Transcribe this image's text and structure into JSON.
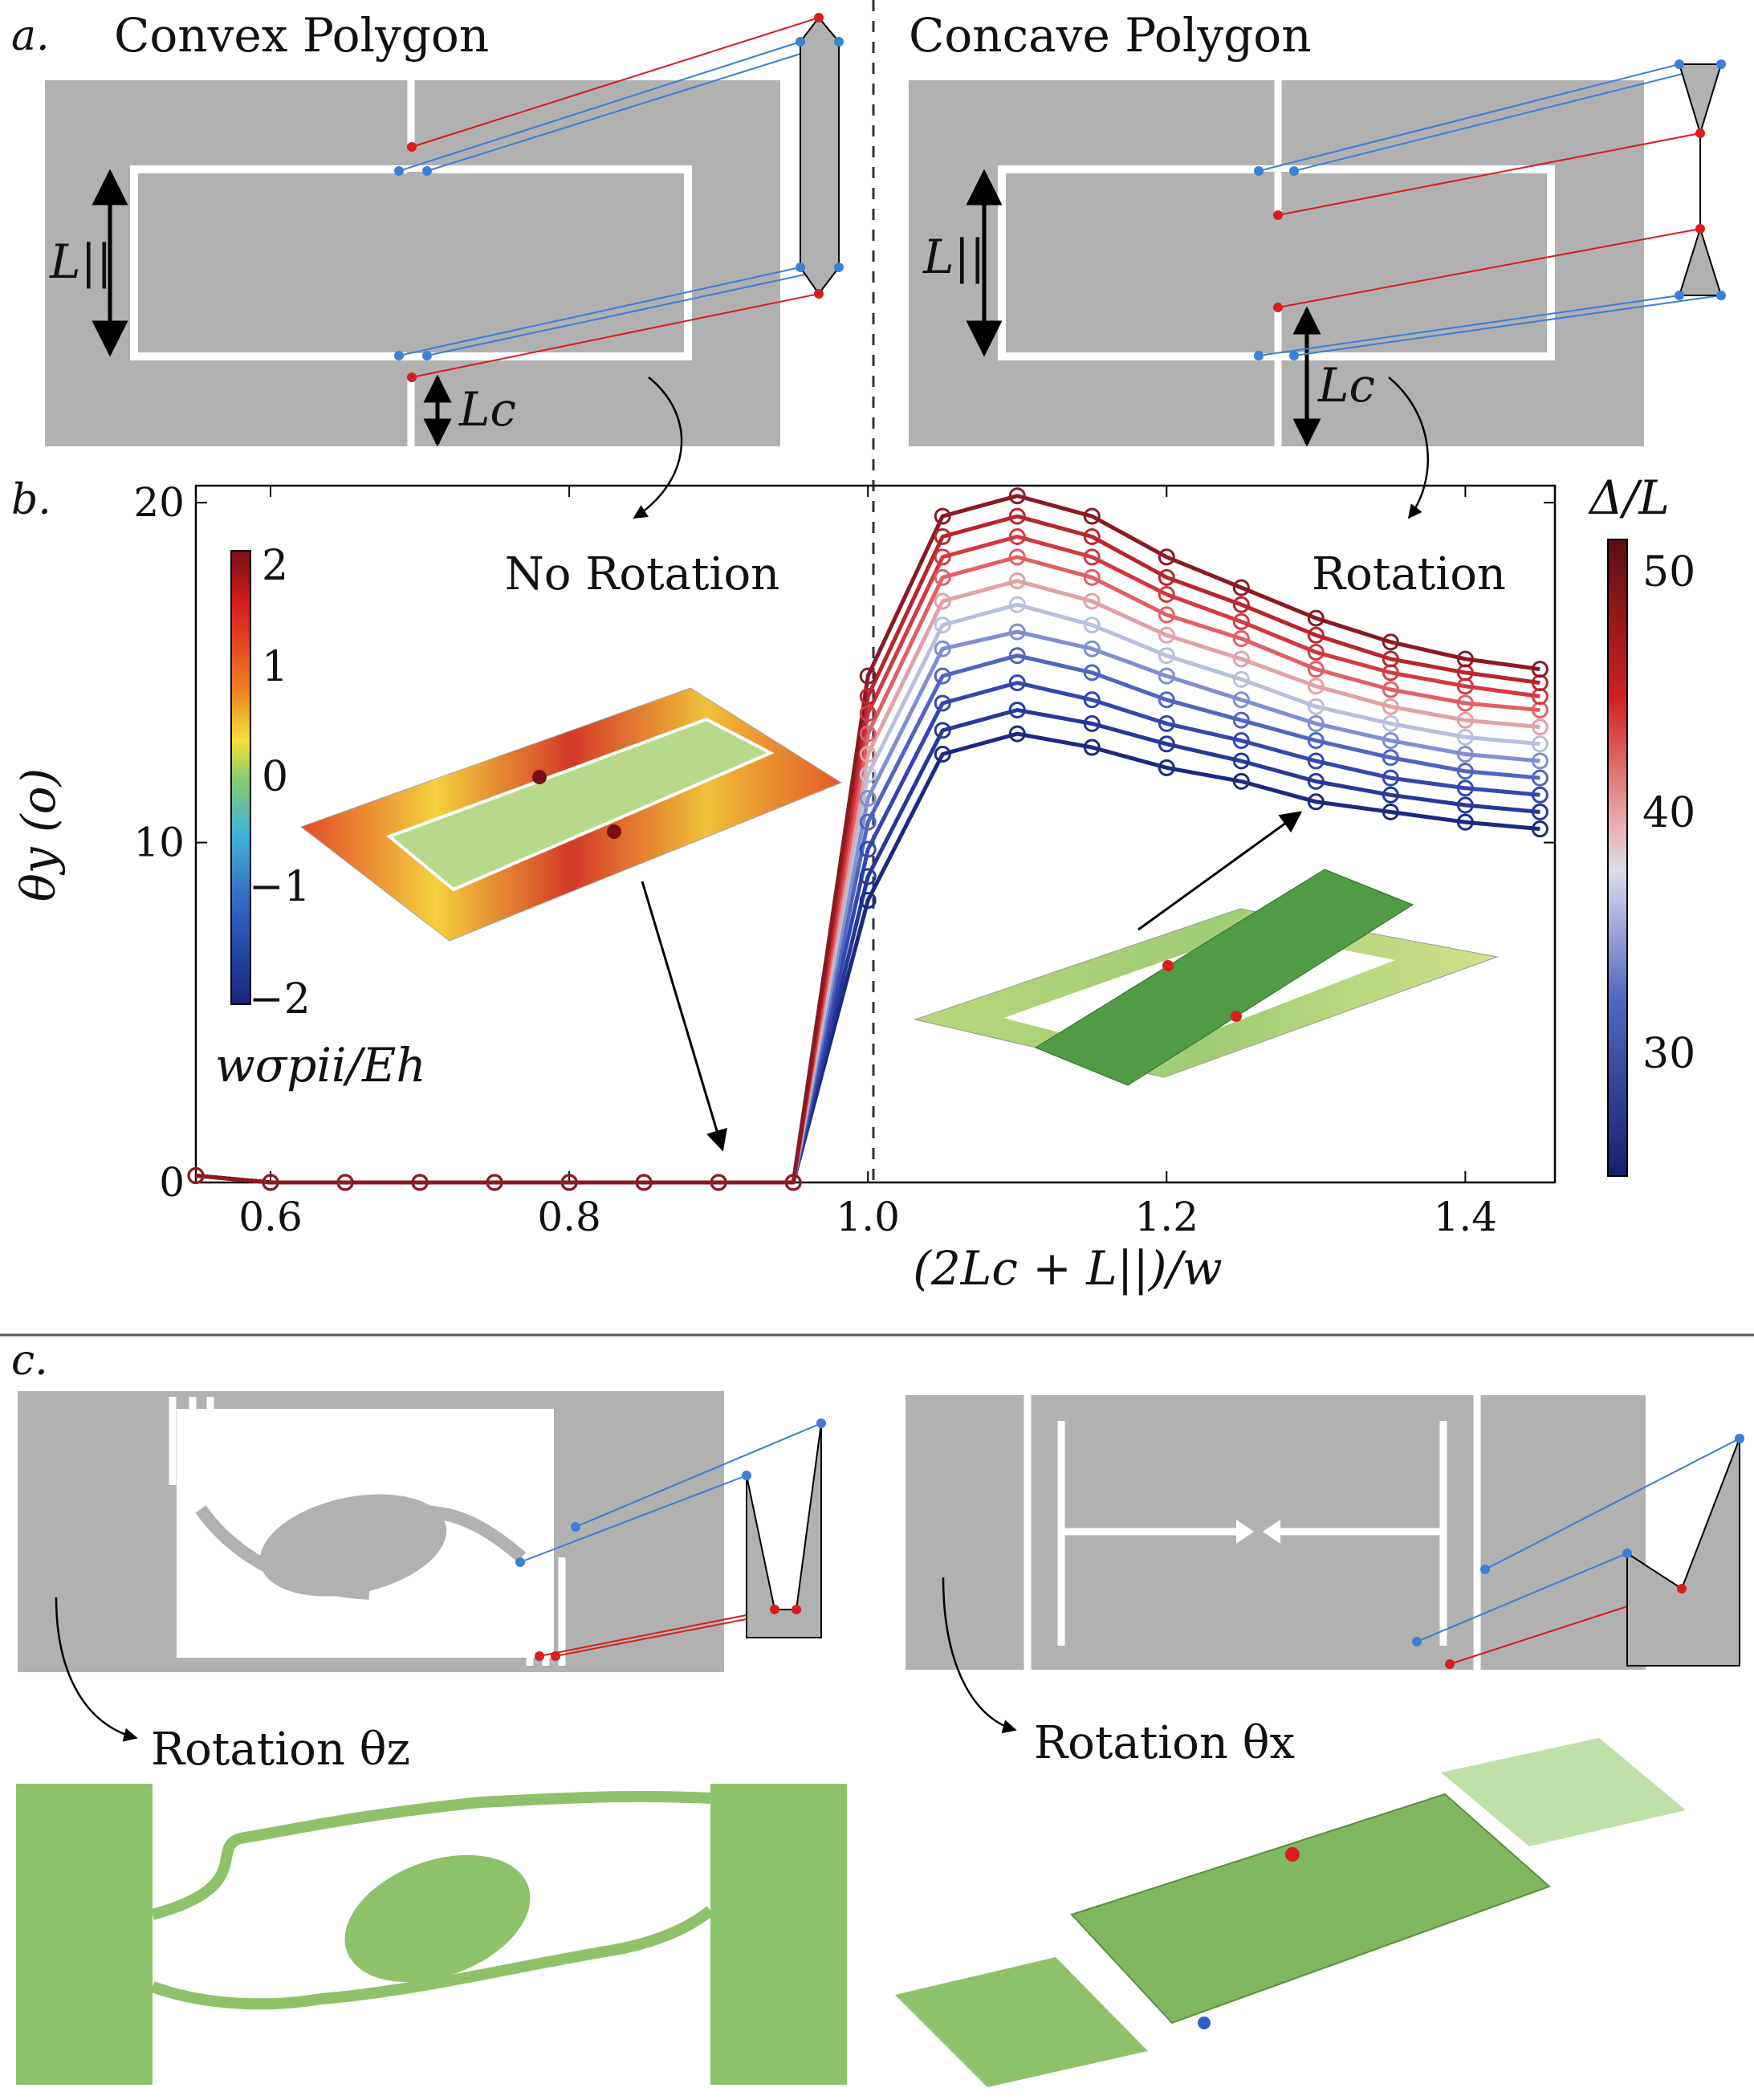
{
  "panel_labels": {
    "a": "a.",
    "b": "b.",
    "c": "c."
  },
  "panel_a": {
    "left_title": "Convex Polygon",
    "right_title": "Concave Polygon",
    "l_parallel_label": "L||",
    "l_c_label": "Lc"
  },
  "panel_b": {
    "annotation_left": "No Rotation",
    "annotation_right": "Rotation",
    "inner_colorbar": {
      "ticks": [
        "2",
        "1",
        "0",
        "−1",
        "−2"
      ],
      "label": "wσpii/Eh"
    },
    "outer_colorbar": {
      "ticks": [
        "50",
        "40",
        "30"
      ],
      "label": "Δ/L"
    }
  },
  "panel_c": {
    "left_label": "Rotation θz",
    "right_label": "Rotation θx"
  },
  "colors": {
    "plate": "#b1b1b2",
    "blue_marker": "#3b7fd6",
    "red_marker": "#d81e1e",
    "sim_green": "#8dc26a"
  },
  "chart_data": {
    "type": "line",
    "xlabel": "(2Lc + L||)/w",
    "ylabel": "θy (o)",
    "xlim": [
      0.55,
      1.46
    ],
    "ylim": [
      0,
      20.5
    ],
    "xticks": [
      "0.6",
      "0.8",
      "1.0",
      "1.2",
      "1.4"
    ],
    "yticks": [
      "0",
      "10",
      "20"
    ],
    "x": [
      0.55,
      0.6,
      0.65,
      0.7,
      0.75,
      0.8,
      0.85,
      0.9,
      0.95,
      1.0,
      1.05,
      1.1,
      1.15,
      1.2,
      1.25,
      1.3,
      1.35,
      1.4,
      1.45
    ],
    "dashed_x": 1.0,
    "series": [
      {
        "color": "#1b2a80",
        "values": [
          0.2,
          0,
          0,
          0,
          0,
          0,
          0,
          0,
          0,
          8.3,
          12.6,
          13.2,
          12.8,
          12.2,
          11.8,
          11.2,
          10.9,
          10.6,
          10.4
        ]
      },
      {
        "color": "#25389a",
        "values": [
          0.2,
          0,
          0,
          0,
          0,
          0,
          0,
          0,
          0,
          9.0,
          13.3,
          13.9,
          13.5,
          12.9,
          12.4,
          11.8,
          11.4,
          11.1,
          10.9
        ]
      },
      {
        "color": "#3447ae",
        "values": [
          0.2,
          0,
          0,
          0,
          0,
          0,
          0,
          0,
          0,
          9.8,
          14.1,
          14.7,
          14.2,
          13.5,
          13.0,
          12.4,
          11.9,
          11.6,
          11.4
        ]
      },
      {
        "color": "#5065bf",
        "values": [
          0.2,
          0,
          0,
          0,
          0,
          0,
          0,
          0,
          0,
          10.6,
          14.9,
          15.5,
          15.0,
          14.2,
          13.6,
          13.0,
          12.5,
          12.1,
          11.9
        ]
      },
      {
        "color": "#7f8fd0",
        "values": [
          0.2,
          0,
          0,
          0,
          0,
          0,
          0,
          0,
          0,
          11.3,
          15.7,
          16.2,
          15.7,
          14.9,
          14.2,
          13.5,
          13.0,
          12.6,
          12.4
        ]
      },
      {
        "color": "#b9bfdc",
        "values": [
          0.2,
          0,
          0,
          0,
          0,
          0,
          0,
          0,
          0,
          12.0,
          16.4,
          17.0,
          16.4,
          15.5,
          14.8,
          14.0,
          13.5,
          13.1,
          12.9
        ]
      },
      {
        "color": "#e1a2a5",
        "values": [
          0.2,
          0,
          0,
          0,
          0,
          0,
          0,
          0,
          0,
          12.6,
          17.1,
          17.7,
          17.1,
          16.1,
          15.4,
          14.6,
          14.0,
          13.6,
          13.4
        ]
      },
      {
        "color": "#e06066",
        "values": [
          0.2,
          0,
          0,
          0,
          0,
          0,
          0,
          0,
          0,
          13.2,
          17.8,
          18.4,
          17.8,
          16.7,
          16.0,
          15.1,
          14.5,
          14.1,
          13.9
        ]
      },
      {
        "color": "#d23a40",
        "values": [
          0.2,
          0,
          0,
          0,
          0,
          0,
          0,
          0,
          0,
          13.8,
          18.4,
          19.0,
          18.4,
          17.3,
          16.5,
          15.6,
          15.0,
          14.6,
          14.3
        ]
      },
      {
        "color": "#b8262c",
        "values": [
          0.2,
          0,
          0,
          0,
          0,
          0,
          0,
          0,
          0,
          14.3,
          19.0,
          19.6,
          19.0,
          17.8,
          17.0,
          16.1,
          15.4,
          15.0,
          14.7
        ]
      },
      {
        "color": "#8a1a22",
        "values": [
          0.2,
          0,
          0,
          0,
          0,
          0,
          0,
          0,
          0,
          14.9,
          19.6,
          20.2,
          19.6,
          18.4,
          17.5,
          16.6,
          15.9,
          15.4,
          15.1
        ]
      }
    ]
  }
}
